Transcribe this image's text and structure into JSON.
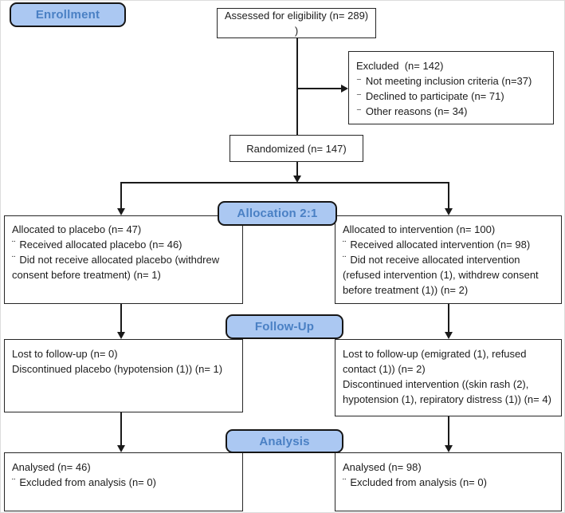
{
  "palette": {
    "label_fill": "#abc8f2",
    "label_text": "#4a80c4",
    "label_border": "#161616",
    "box_border": "#262626",
    "line_color": "#1a1a1a",
    "text_color": "#1c1c1c"
  },
  "bullets": {
    "dash": "⁻",
    "dots": "¨"
  },
  "stage_labels": {
    "enrollment": "Enrollment",
    "allocation": "Allocation 2:1",
    "followup": "Follow-Up",
    "analysis": "Analysis"
  },
  "boxes": {
    "assessed": {
      "lines": [
        "Assessed for eligibility (n= 289)",
        ")"
      ]
    },
    "excluded": {
      "title": "Excluded  (n= 142)",
      "items": [
        "Not meeting inclusion criteria (n=37)",
        "Declined to participate (n= 71)",
        "Other reasons (n= 34)"
      ]
    },
    "randomized": {
      "text": "Randomized (n= 147)"
    },
    "allocated_placebo": {
      "title": "Allocated to placebo (n= 47)",
      "items": [
        "Received allocated placebo (n= 46)",
        "Did not receive allocated placebo (withdrew consent before treatment) (n= 1)"
      ]
    },
    "allocated_intervention": {
      "title": "Allocated to intervention (n= 100)",
      "items": [
        "Received allocated intervention (n= 98)",
        "Did not receive allocated intervention (refused intervention (1), withdrew consent before treatment (1)) (n= 2)"
      ]
    },
    "followup_placebo": {
      "lines": [
        "Lost to follow-up (n= 0)",
        "Discontinued placebo (hypotension (1)) (n= 1)"
      ]
    },
    "followup_intervention": {
      "lines": [
        "Lost to follow-up (emigrated (1), refused contact (1)) (n= 2)",
        "Discontinued intervention ((skin rash (2), hypotension (1), repiratory distress (1)) (n= 4)"
      ]
    },
    "analysed_placebo": {
      "title": "Analysed (n= 46)",
      "items": [
        "Excluded from analysis (n= 0)"
      ]
    },
    "analysed_intervention": {
      "title": "Analysed (n= 98)",
      "items": [
        "Excluded from analysis (n= 0)"
      ]
    }
  }
}
